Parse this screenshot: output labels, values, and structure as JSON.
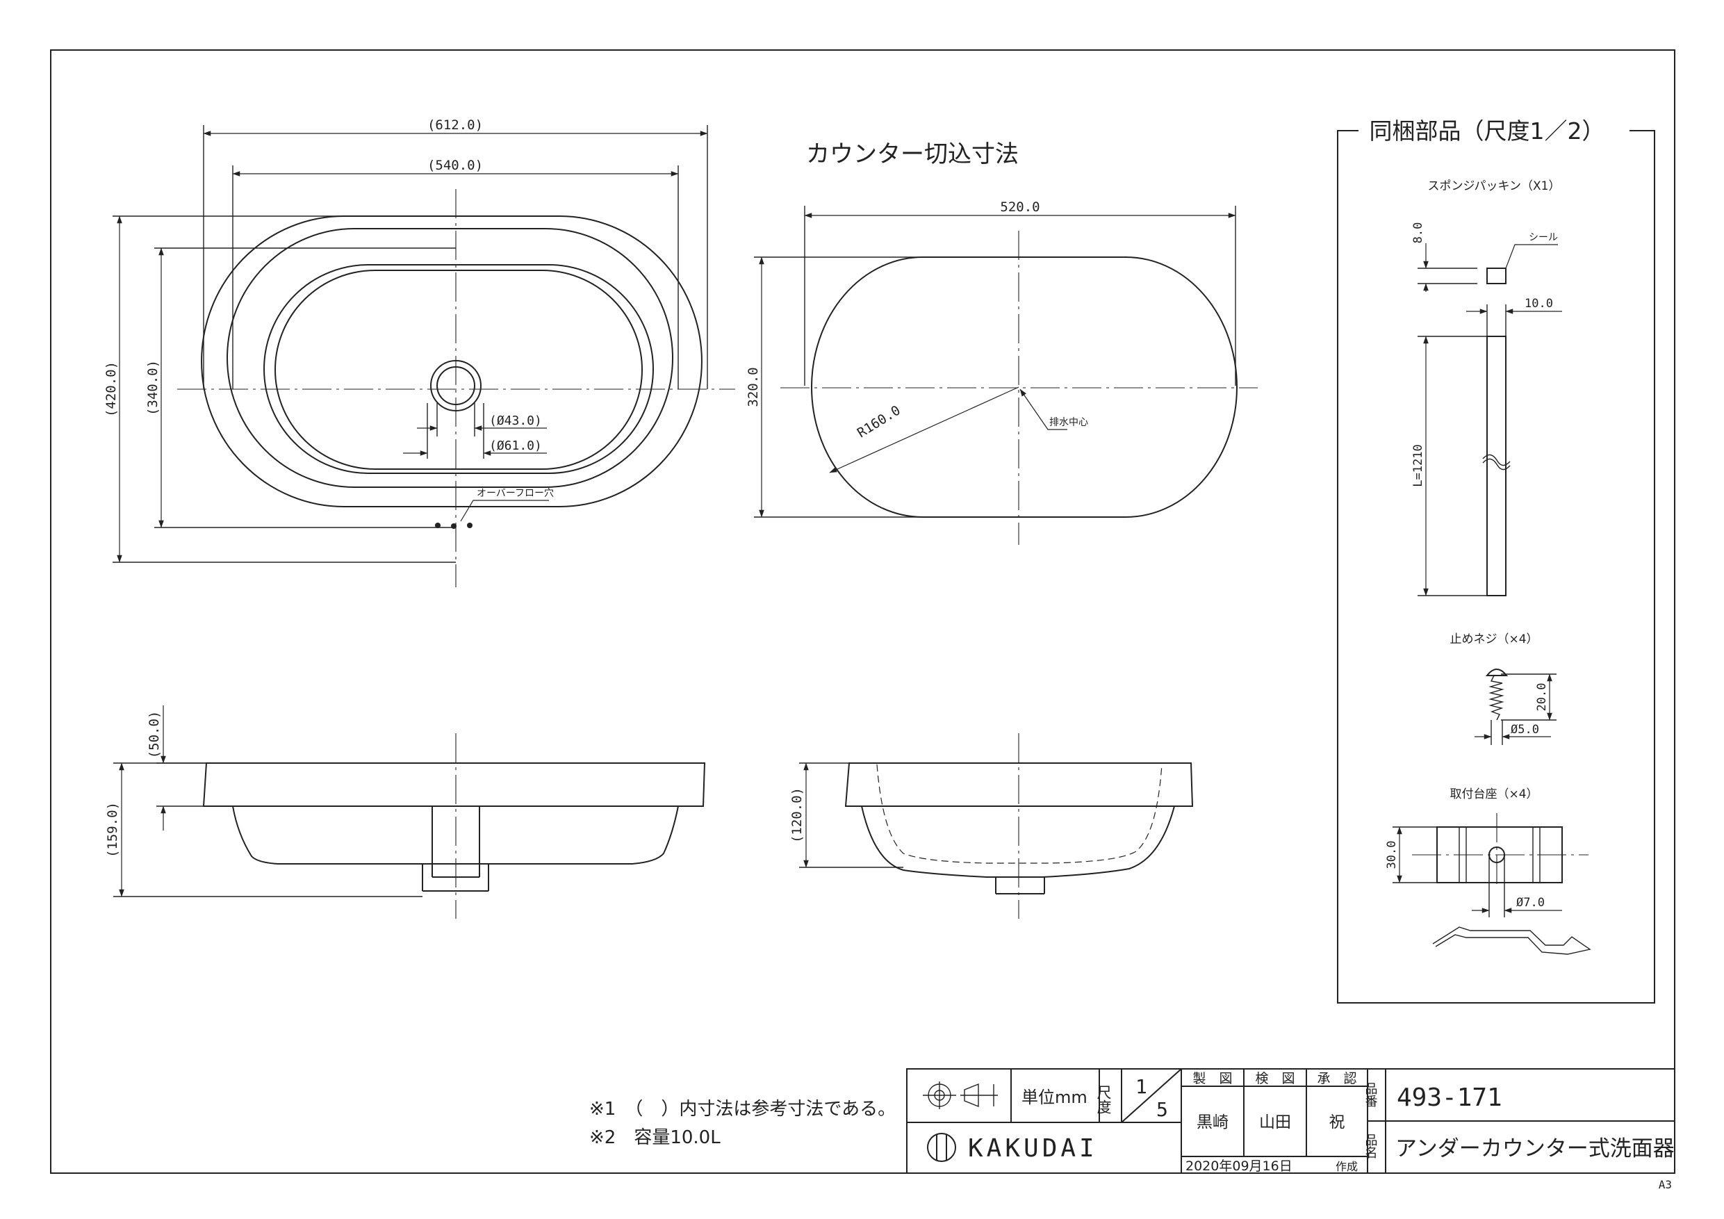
{
  "drawing": {
    "title_counter_cut": "カウンター切込寸法",
    "top_view": {
      "width_outer": "(612.0)",
      "width_inner": "(540.0)",
      "height_outer": "(420.0)",
      "height_inner": "(340.0)",
      "drain_inner_dia": "(Ø43.0)",
      "drain_outer_dia": "(Ø61.0)",
      "overflow_label": "オーバーフロー穴"
    },
    "cutout_view": {
      "width": "520.0",
      "height": "320.0",
      "radius": "R160.0",
      "drain_center_label": "排水中心"
    },
    "front_view": {
      "rim_height": "(50.0)",
      "total_height": "(159.0)"
    },
    "side_view": {
      "height": "(120.0)"
    },
    "parts_box": {
      "title": "同梱部品（尺度1／2）",
      "sponge": {
        "title": "スポンジパッキン（X1）",
        "seal_label": "シール",
        "thickness": "8.0",
        "width": "10.0",
        "length": "L=1210"
      },
      "screw": {
        "title": "止めネジ（×4）",
        "length": "20.0",
        "diameter": "Ø5.0"
      },
      "base": {
        "title": "取付台座（×4）",
        "height": "30.0",
        "hole_dia": "Ø7.0"
      }
    }
  },
  "notes": {
    "note1": "※1　（　）内寸法は参考寸法である。",
    "note2": "※2　容量10.0L"
  },
  "title_block": {
    "unit_label": "単位mm",
    "scale_label": "尺度",
    "scale_num": "1",
    "scale_den": "5",
    "drawn_label": "製　図",
    "checked_label": "検　図",
    "approved_label": "承　認",
    "drawn_by": "黒崎",
    "checked_by": "山田",
    "approved_by": "祝",
    "date": "2020年09月16日",
    "created_label": "作成",
    "part_no_label": "品番",
    "part_no": "493-171",
    "part_name_label": "品名",
    "part_name": "アンダーカウンター式洗面器",
    "brand": "KAKUDAI",
    "paper_size": "A3"
  }
}
